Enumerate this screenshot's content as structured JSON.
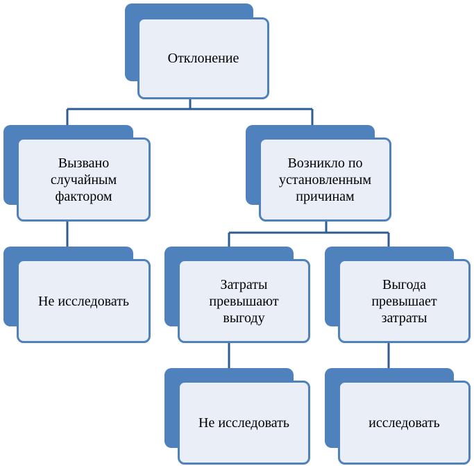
{
  "colors": {
    "box_back": "#4f81bd",
    "box_front": "#e9eef7",
    "border": "#4f81bd",
    "connector": "#2e5d91"
  },
  "nodes": {
    "root": {
      "text": "Отклонение"
    },
    "random": {
      "text": "Вызвано\nслучайным\nфактором"
    },
    "established": {
      "text": "Возникло по\nустановленным\nпричинам"
    },
    "no_research_1": {
      "text": "Не исследовать"
    },
    "costs": {
      "text": "Затраты\nпревышают\nвыгоду"
    },
    "benefit": {
      "text": "Выгода\nпревышает\nзатраты"
    },
    "no_research_2": {
      "text": "Не исследовать"
    },
    "research": {
      "text": "исследовать"
    }
  },
  "edges": [
    [
      "root",
      "random"
    ],
    [
      "root",
      "established"
    ],
    [
      "random",
      "no_research_1"
    ],
    [
      "established",
      "costs"
    ],
    [
      "established",
      "benefit"
    ],
    [
      "costs",
      "no_research_2"
    ],
    [
      "benefit",
      "research"
    ]
  ]
}
